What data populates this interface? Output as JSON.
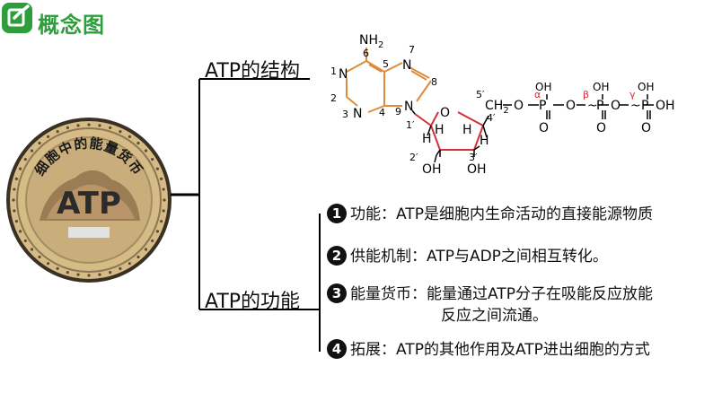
{
  "header": {
    "title": "概念图",
    "icon": "pencil-check-icon"
  },
  "coin": {
    "arc_text": "细胞中的能量货币",
    "center_text": "ATP"
  },
  "branches": [
    {
      "label": "ATP的结构"
    },
    {
      "label": "ATP的功能"
    }
  ],
  "structure": {
    "nh2": "NH",
    "nh2_sub": "2",
    "ring_numbers": [
      "6",
      "1",
      "2",
      "3",
      "4",
      "5",
      "7",
      "8",
      "9"
    ],
    "atoms": {
      "N1": "N",
      "N3": "N",
      "N7": "N",
      "N9": "N",
      "O_ring": "O",
      "O_link": "O",
      "O1": "O",
      "O2": "O",
      "O3": "O"
    },
    "h_labels": {
      "H1": "H",
      "H2": "H",
      "H3": "H",
      "H4": "H"
    },
    "oh_labels": [
      "OH",
      "OH"
    ],
    "sugar_numbers": [
      "5′",
      "4′",
      "1′",
      "2′",
      "3′"
    ],
    "ch2": "CH",
    "ch2_sub": "2",
    "phosphates": [
      {
        "greek": "α",
        "p": "P",
        "oh": "OH",
        "o": "O"
      },
      {
        "greek": "β",
        "p": "P",
        "oh": "OH",
        "o": "O"
      },
      {
        "greek": "γ",
        "p": "P",
        "oh": "OH",
        "o": "O"
      }
    ],
    "tail_oh": "OH",
    "tilde": "~",
    "colors": {
      "base": "#e08a3c",
      "sugar": "#d0313c",
      "greek": "#d0313c"
    }
  },
  "functions": [
    {
      "num": "1",
      "label": "功能：",
      "text": "ATP是细胞内生命活动的直接能源物质"
    },
    {
      "num": "2",
      "label": "供能机制：",
      "text": "ATP与ADP之间相互转化。"
    },
    {
      "num": "3",
      "label": "能量货币：",
      "text": "能量通过ATP分子在吸能反应放能",
      "text2": "反应之间流通。"
    },
    {
      "num": "4",
      "label": "拓展：",
      "text": "ATP的其他作用及ATP进出细胞的方式"
    }
  ],
  "colors": {
    "accent": "#2e9e3d",
    "coin_gold": "#c9ad7a",
    "coin_dark": "#3a3024"
  }
}
